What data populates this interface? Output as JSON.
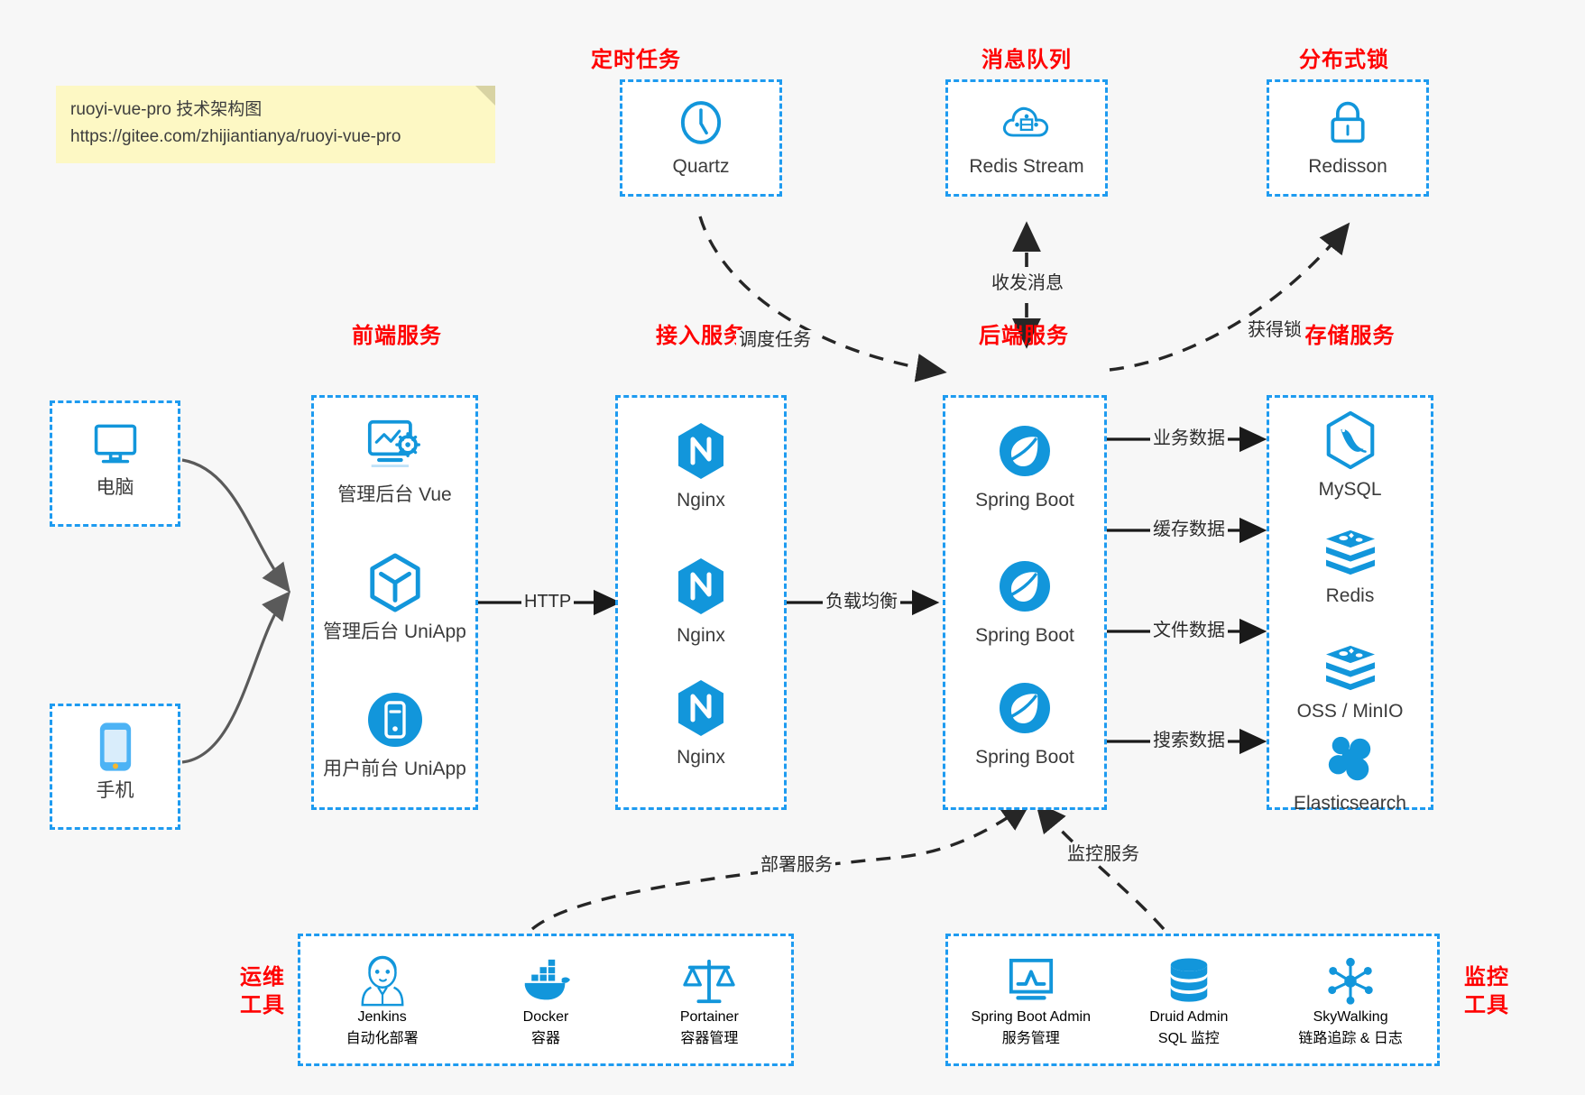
{
  "note": {
    "line1": "ruoyi-vue-pro 技术架构图",
    "line2": "https://gitee.com/zhijiantianya/ruoyi-vue-pro"
  },
  "colors": {
    "accent_blue": "#1e9bf0",
    "icon_blue": "#1296db",
    "title_red": "#ff0000",
    "arrow_gray": "#4a4a4a",
    "background": "#f7f7f7"
  },
  "groups": {
    "scheduled_task": {
      "title": "定时任务",
      "nodes": [
        {
          "label": "Quartz",
          "icon": "clock-icon"
        }
      ]
    },
    "message_queue": {
      "title": "消息队列",
      "nodes": [
        {
          "label": "Redis Stream",
          "icon": "cloud-stream-icon"
        }
      ]
    },
    "distributed_lock": {
      "title": "分布式锁",
      "nodes": [
        {
          "label": "Redisson",
          "icon": "lock-icon"
        }
      ]
    },
    "clients": {
      "nodes": [
        {
          "label": "电脑",
          "icon": "desktop-computer-icon"
        },
        {
          "label": "手机",
          "icon": "mobile-phone-icon"
        }
      ]
    },
    "frontend_service": {
      "title": "前端服务",
      "nodes": [
        {
          "label": "管理后台 Vue",
          "icon": "dashboard-gear-icon"
        },
        {
          "label": "管理后台 UniApp",
          "icon": "cube-icon"
        },
        {
          "label": "用户前台 UniApp",
          "icon": "app-device-icon"
        }
      ]
    },
    "access_service": {
      "title": "接入服务",
      "nodes": [
        {
          "label": "Nginx",
          "icon": "nginx-icon"
        },
        {
          "label": "Nginx",
          "icon": "nginx-icon"
        },
        {
          "label": "Nginx",
          "icon": "nginx-icon"
        }
      ]
    },
    "backend_service": {
      "title": "后端服务",
      "nodes": [
        {
          "label": "Spring Boot",
          "icon": "spring-boot-icon"
        },
        {
          "label": "Spring Boot",
          "icon": "spring-boot-icon"
        },
        {
          "label": "Spring Boot",
          "icon": "spring-boot-icon"
        }
      ]
    },
    "storage_service": {
      "title": "存储服务",
      "nodes": [
        {
          "label": "MySQL",
          "icon": "mysql-icon"
        },
        {
          "label": "Redis",
          "icon": "redis-icon"
        },
        {
          "label": "OSS / MinIO",
          "icon": "oss-minio-icon"
        },
        {
          "label": "Elasticsearch",
          "icon": "elasticsearch-icon"
        }
      ]
    },
    "ops_tools": {
      "title_line1": "运维",
      "title_line2": "工具",
      "nodes": [
        {
          "label": "Jenkins",
          "sub": "自动化部署",
          "icon": "jenkins-icon"
        },
        {
          "label": "Docker",
          "sub": "容器",
          "icon": "docker-icon"
        },
        {
          "label": "Portainer",
          "sub": "容器管理",
          "icon": "scales-icon"
        }
      ]
    },
    "monitor_tools": {
      "title_line1": "监控",
      "title_line2": "工具",
      "nodes": [
        {
          "label": "Spring Boot Admin",
          "sub": "服务管理",
          "icon": "monitor-chart-icon"
        },
        {
          "label": "Druid Admin",
          "sub": "SQL 监控",
          "icon": "database-stack-icon"
        },
        {
          "label": "SkyWalking",
          "sub": "链路追踪 & 日志",
          "icon": "skywalking-icon"
        }
      ]
    }
  },
  "edges": [
    {
      "id": "http",
      "label": "HTTP"
    },
    {
      "id": "load-balance",
      "label": "负载均衡"
    },
    {
      "id": "schedule-task",
      "label": "调度任务"
    },
    {
      "id": "send-receive-message",
      "label": "收发消息"
    },
    {
      "id": "acquire-lock",
      "label": "获得锁"
    },
    {
      "id": "business-data",
      "label": "业务数据"
    },
    {
      "id": "cache-data",
      "label": "缓存数据"
    },
    {
      "id": "file-data",
      "label": "文件数据"
    },
    {
      "id": "search-data",
      "label": "搜索数据"
    },
    {
      "id": "deploy-service",
      "label": "部署服务"
    },
    {
      "id": "monitor-service",
      "label": "监控服务"
    }
  ]
}
